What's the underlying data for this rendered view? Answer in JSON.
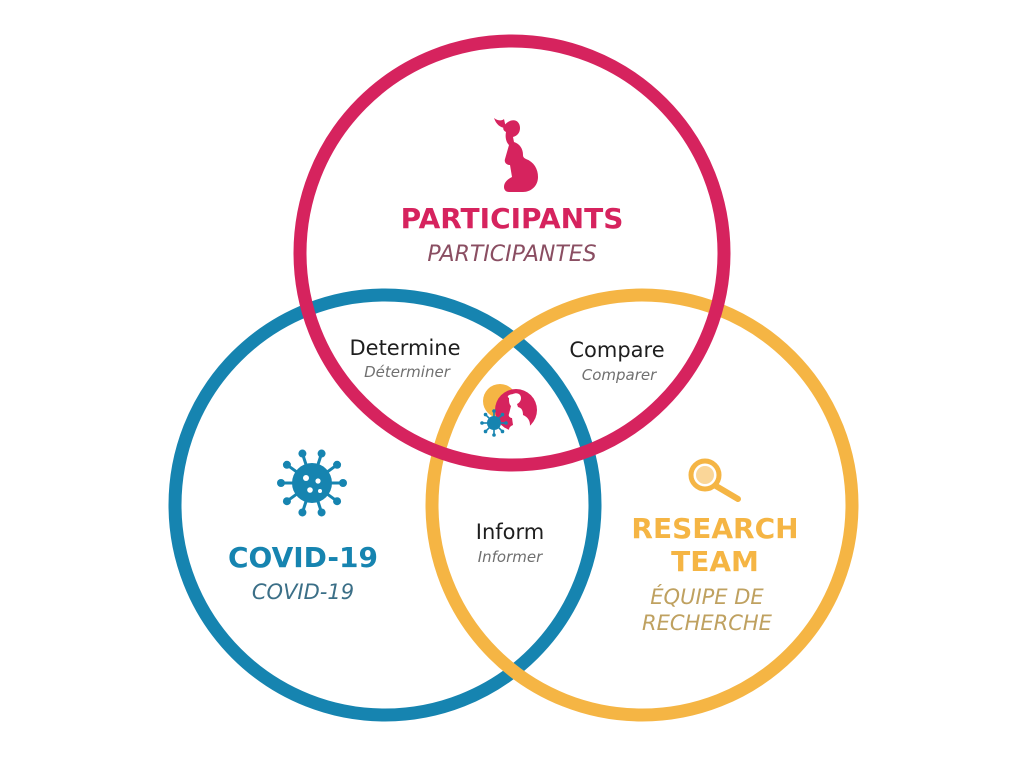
{
  "colors": {
    "participants": "#d6235e",
    "participants_sub": "#8a4e62",
    "covid": "#1684b0",
    "covid_sub": "#3b6f87",
    "research": "#f5b544",
    "research_sub": "#bfa160",
    "overlap_text": "#1e1e1e",
    "overlap_sub": "#707070"
  },
  "sets": {
    "participants": {
      "label": "PARTICIPANTS",
      "sublabel": "PARTICIPANTES",
      "icon": "pregnant-woman-icon"
    },
    "covid": {
      "label": "COVID-19",
      "sublabel": "COVID-19",
      "icon": "virus-icon"
    },
    "research": {
      "label_line1": "RESEARCH",
      "label_line2": "TEAM",
      "sublabel_line1": "ÉQUIPE DE",
      "sublabel_line2": "RECHERCHE",
      "icon": "magnifier-icon"
    }
  },
  "overlaps": {
    "participants_covid": {
      "label": "Determine",
      "sublabel": "Déterminer"
    },
    "participants_research": {
      "label": "Compare",
      "sublabel": "Comparer"
    },
    "covid_research": {
      "label": "Inform",
      "sublabel": "Informer"
    },
    "center": {
      "icon": "combined-center-icon"
    }
  }
}
